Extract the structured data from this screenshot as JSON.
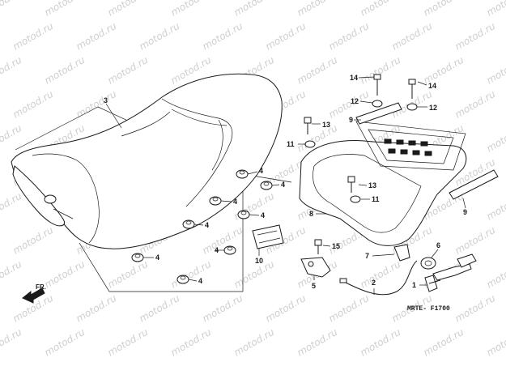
{
  "diagram": {
    "watermark_text": "motod.ru",
    "direction_label": "FR.",
    "figure_code": "MRTE- F1700",
    "callouts": [
      {
        "id": "c3",
        "label": "3"
      },
      {
        "id": "c4a",
        "label": "4"
      },
      {
        "id": "c4b",
        "label": "4"
      },
      {
        "id": "c4c",
        "label": "4"
      },
      {
        "id": "c4d",
        "label": "4"
      },
      {
        "id": "c4e",
        "label": "4"
      },
      {
        "id": "c4f",
        "label": "4"
      },
      {
        "id": "c4g",
        "label": "4"
      },
      {
        "id": "c4h",
        "label": "4"
      },
      {
        "id": "c10",
        "label": "10"
      },
      {
        "id": "c14a",
        "label": "14"
      },
      {
        "id": "c14b",
        "label": "14"
      },
      {
        "id": "c12a",
        "label": "12"
      },
      {
        "id": "c12b",
        "label": "12"
      },
      {
        "id": "c9a",
        "label": "9"
      },
      {
        "id": "c9b",
        "label": "9"
      },
      {
        "id": "c13a",
        "label": "13"
      },
      {
        "id": "c13b",
        "label": "13"
      },
      {
        "id": "c11a",
        "label": "11"
      },
      {
        "id": "c11b",
        "label": "11"
      },
      {
        "id": "c8",
        "label": "8"
      },
      {
        "id": "c15",
        "label": "15"
      },
      {
        "id": "c7",
        "label": "7"
      },
      {
        "id": "c6",
        "label": "6"
      },
      {
        "id": "c5",
        "label": "5"
      },
      {
        "id": "c2",
        "label": "2"
      },
      {
        "id": "c1",
        "label": "1"
      }
    ]
  }
}
